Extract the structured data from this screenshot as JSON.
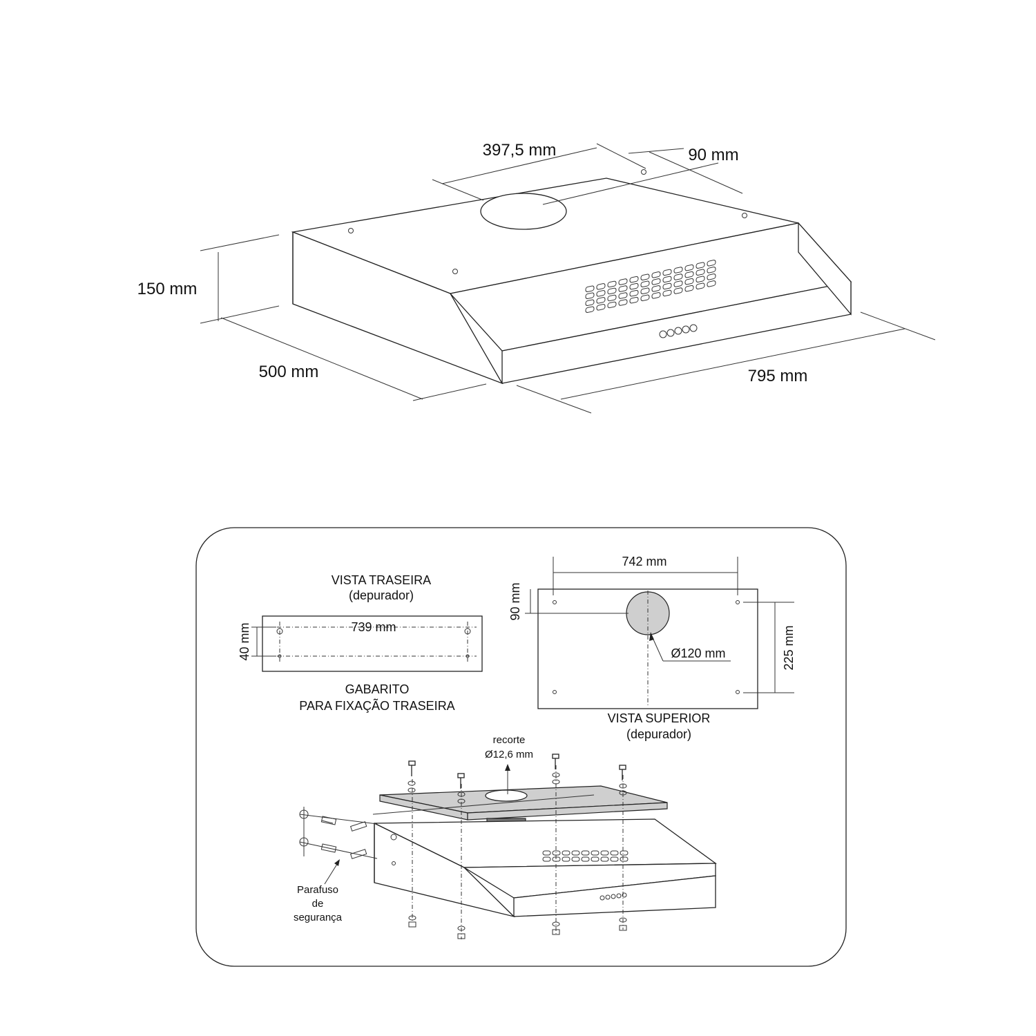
{
  "hood_dimensions": {
    "duct_offset": "397,5 mm",
    "duct_depth": "90 mm",
    "height": "150 mm",
    "depth": "500 mm",
    "width": "795 mm"
  },
  "rear_view": {
    "title_line1": "VISTA TRASEIRA",
    "title_line2": "(depurador)",
    "hole_spacing": "739 mm",
    "vertical": "40 mm",
    "template_line1": "GABARITO",
    "template_line2": "PARA FIXAÇÃO TRASEIRA"
  },
  "top_view": {
    "title_line1": "VISTA SUPERIOR",
    "title_line2": "(depurador)",
    "hole_spacing": "742 mm",
    "vertical": "90 mm",
    "depth": "225 mm",
    "outlet": "Ø120 mm"
  },
  "assembly": {
    "cutout_line1": "recorte",
    "cutout_line2": "Ø12,6 mm",
    "screw_line1": "Parafuso",
    "screw_line2": "de",
    "screw_line3": "segurança"
  }
}
